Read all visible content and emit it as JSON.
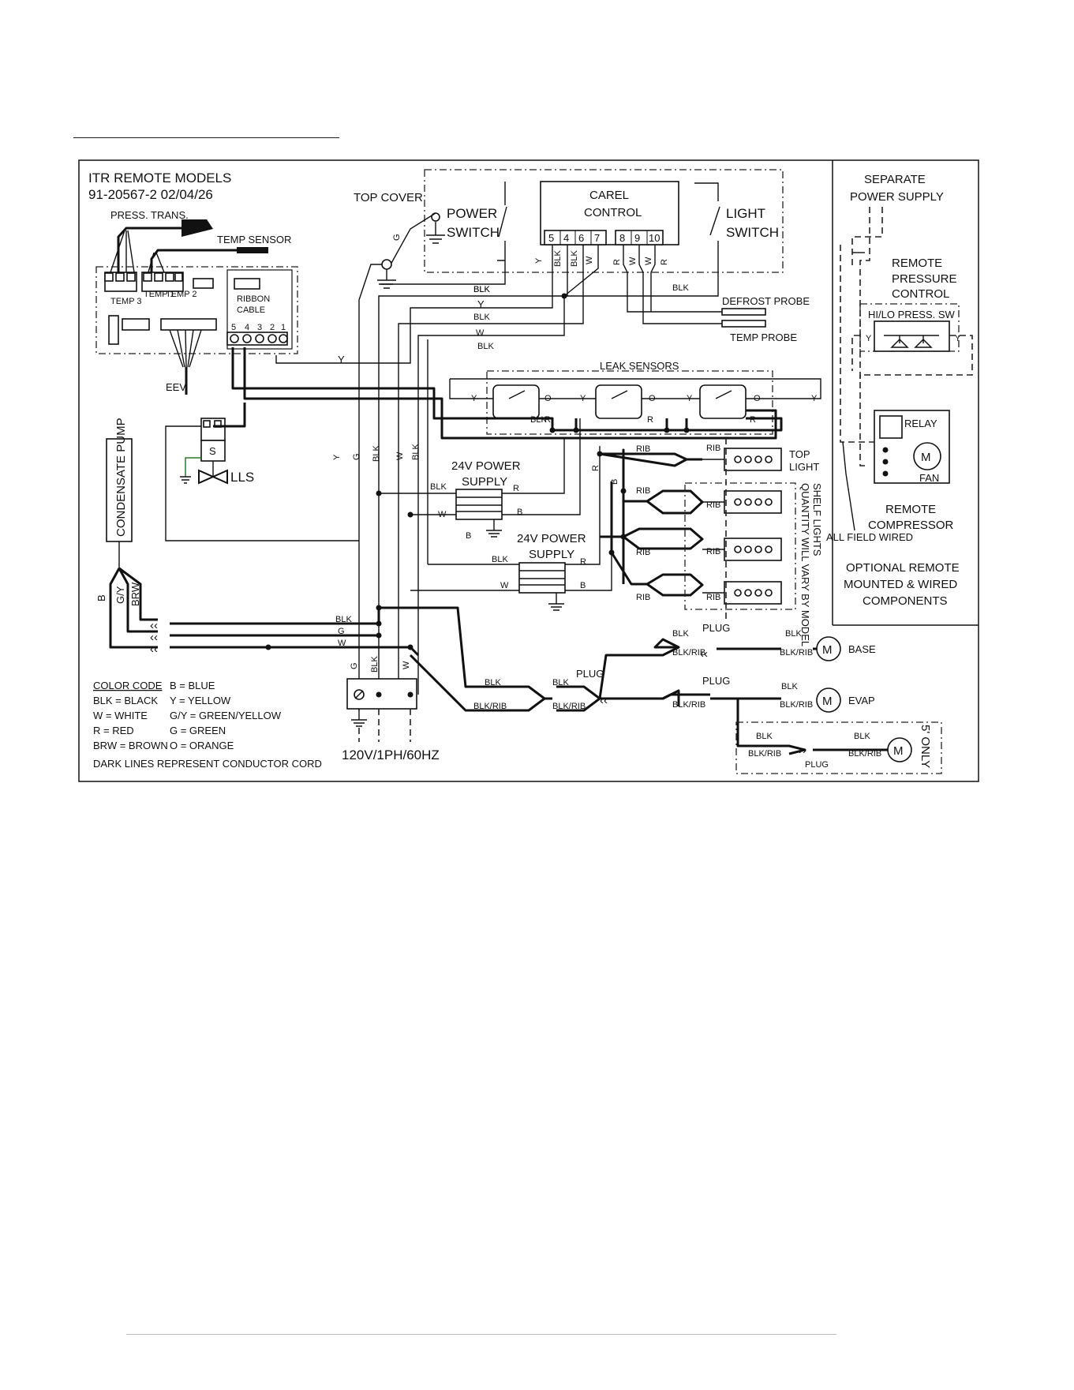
{
  "title": "ITR REMOTE MODELS",
  "doc_number": "91-20567-2   02/04/26",
  "labels": {
    "press_trans": "PRESS. TRANS.",
    "temp_sensor": "TEMP SENSOR",
    "ribbon_cable_1": "RIBBON",
    "ribbon_cable_2": "CABLE",
    "eev": "EEV",
    "top_cover": "TOP COVER",
    "power_switch_1": "POWER",
    "power_switch_2": "SWITCH",
    "carel_1": "CAREL",
    "carel_2": "CONTROL",
    "light_switch_1": "LIGHT",
    "light_switch_2": "SWITCH",
    "defrost_probe": "DEFROST PROBE",
    "temp_probe": "TEMP PROBE",
    "leak_sensors": "LEAK SENSORS",
    "condensate_pump": "CONDENSATE PUMP",
    "lls": "LLS",
    "s": "S",
    "psu1_1": "24V POWER",
    "psu1_2": "SUPPLY",
    "psu2_1": "24V POWER",
    "psu2_2": "SUPPLY",
    "top_light_1": "TOP",
    "top_light_2": "LIGHT",
    "shelf_lights_1": "SHELF LIGHTS",
    "shelf_lights_2": "QUANTITY WILL VARY BY MODEL",
    "supply_voltage": "120V/1PH/60HZ",
    "dark_lines": "DARK LINES REPRESENT CONDUCTOR CORD",
    "base": "BASE",
    "evap": "EVAP",
    "five_only": "5' ONLY",
    "plug": "PLUG",
    "separate_1": "SEPARATE",
    "separate_2": "POWER SUPPLY",
    "remote_pc_1": "REMOTE",
    "remote_pc_2": "PRESSURE",
    "remote_pc_3": "CONTROL",
    "hilo": "HI/LO PRESS. SW",
    "relay": "RELAY",
    "fan": "FAN",
    "remote_comp_1": "REMOTE",
    "remote_comp_2": "COMPRESSOR",
    "all_field": "ALL FIELD WIRED",
    "optional_1": "OPTIONAL REMOTE",
    "optional_2": "MOUNTED & WIRED",
    "optional_3": "COMPONENTS",
    "motor": "M",
    "temp3": "TEMP 3",
    "temp1": "TEMP 1",
    "temp2": "TEMP 2"
  },
  "carel_terminals": [
    "5",
    "4",
    "6",
    "7",
    "8",
    "9",
    "10"
  ],
  "ribbon_terminals": [
    "5",
    "4",
    "3",
    "2",
    "1"
  ],
  "wire_codes": {
    "blk": "BLK",
    "w": "W",
    "y": "Y",
    "g": "G",
    "r": "R",
    "b": "B",
    "rib": "RIB",
    "blkrib": "BLK/RIB",
    "gy": "G/Y",
    "brw": "BRW",
    "o": "O"
  },
  "color_code": {
    "heading": "COLOR CODE",
    "left": [
      "BLK = BLACK",
      "W = WHITE",
      "R = RED",
      "BRW = BROWN"
    ],
    "right": [
      "B = BLUE",
      "Y = YELLOW",
      "G/Y = GREEN/YELLOW",
      "G = GREEN",
      "O = ORANGE"
    ]
  }
}
